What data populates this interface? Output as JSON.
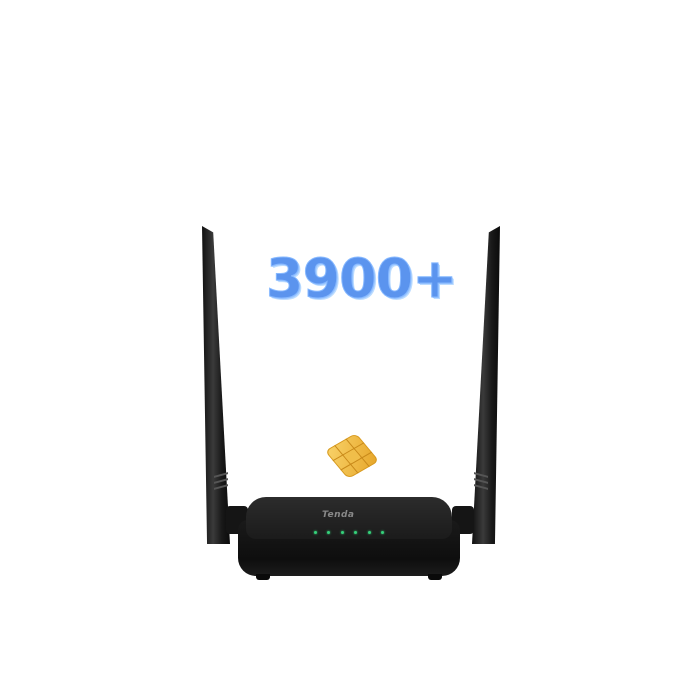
{
  "headline": {
    "text": "3900+",
    "color": "#5b94ee"
  },
  "product": {
    "brand_label": "Tenda",
    "type": "router",
    "led_count": 6,
    "led_color": "#35d07a",
    "body_color": "#1a1a1a",
    "antenna_count": 2
  },
  "icons": {
    "sim_chip": "sim-card-chip-icon"
  },
  "colors": {
    "background": "#ffffff",
    "chip_gold": "#f2c04c"
  }
}
